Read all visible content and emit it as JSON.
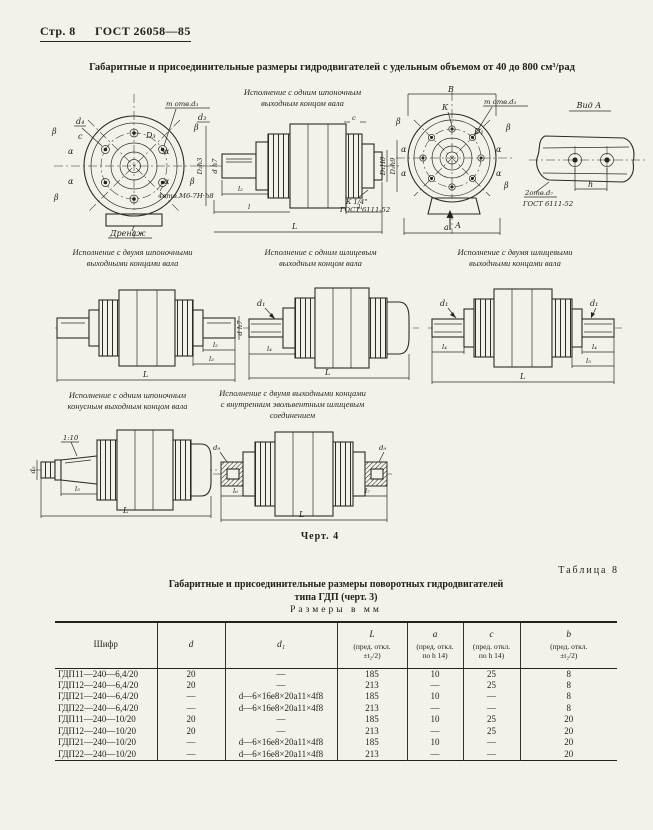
{
  "page": {
    "page_label": "Стр. 8",
    "doc_number": "ГОСТ 26058—85",
    "title": "Габаритные и присоединительные размеры гидродвигателей с удельным объемом от 40 до 800 см³/рад",
    "figure_caption": "Черт. 4"
  },
  "figure": {
    "flange_left": {
      "beta": "β",
      "alpha": "α",
      "d4": "d₄",
      "c": "c",
      "m_otv": "m отв.d₃",
      "D3": "D₃",
      "drain": "Дренаж",
      "holes": "4отв.М6-7Н·h8"
    },
    "side_one_key": {
      "caption": [
        "Исполнение с одним шпоночным",
        "выходным концом вала"
      ],
      "d3": "d₃",
      "D2h3": "D₂h3",
      "dh7": "d h7",
      "c": "c",
      "l2": "l₂",
      "l": "l",
      "l1": "l₁",
      "L": "L",
      "D1H8": "D₁H8",
      "D2h9": "D₂h9",
      "port": "К 1/4\"",
      "port_gost": "ГОСТ 6111-52"
    },
    "flange_right": {
      "B": "В",
      "K": "К",
      "m_otv": "m отв.d₃",
      "D1": "D₁",
      "beta": "β",
      "alpha": "α",
      "A": "А",
      "a": "a"
    },
    "vid_a": {
      "title": "Вид А",
      "h": "h",
      "holes": "2отв.d₇",
      "holes_gost": "ГОСТ 6111-52"
    },
    "two_keys": {
      "caption": [
        "Исполнение с двумя шпоночными",
        "выходными концами вала"
      ],
      "dh7": "d h7",
      "l2": "l₂",
      "l3": "l₃",
      "L": "L"
    },
    "one_spline": {
      "caption": [
        "Исполнение с одним шлицевым",
        "выходным концом вала"
      ],
      "d1": "d₁",
      "l4": "l₄",
      "L": "L"
    },
    "two_splines": {
      "caption": [
        "Исполнение с двумя шлицевыми",
        "выходными концами вала"
      ],
      "d1": "d₁",
      "l4": "l₄",
      "l5": "l₅",
      "L": "L"
    },
    "cone_key": {
      "caption": [
        "Исполнение с одним шпоночным",
        "конусным выходным концом вала"
      ],
      "taper": "1:10",
      "d5": "d₅",
      "l5": "l₅",
      "L": "L"
    },
    "internal_spline": {
      "caption": [
        "Исполнение с двумя выходными концами",
        "с внутренним эвольвентным шлицевым",
        "соединением"
      ],
      "d9": "d₉",
      "l6": "l₆",
      "l7": "l₇",
      "L": "L"
    }
  },
  "table": {
    "label": "Таблица 8",
    "title": [
      "Габаритные и присоединительные размеры поворотных гидродвигателей",
      "типа ГДП (черт. 3)"
    ],
    "units": "Размеры в мм",
    "headers": [
      {
        "main": "Шифр",
        "sub1": "",
        "sub2": ""
      },
      {
        "main": "d",
        "sub1": "",
        "sub2": ""
      },
      {
        "main": "d₁",
        "sub1": "",
        "sub2": ""
      },
      {
        "main": "L",
        "sub1": "(пред. откл.",
        "sub2": "±t₂/2)"
      },
      {
        "main": "a",
        "sub1": "(пред. откл.",
        "sub2": "по h 14)"
      },
      {
        "main": "c",
        "sub1": "(пред. откл.",
        "sub2": "по h 14)"
      },
      {
        "main": "b",
        "sub1": "(пред. откл.",
        "sub2": "±t₂/2)"
      }
    ],
    "rows": [
      [
        "ГДП11—240—6,4/20",
        "20",
        "—",
        "185",
        "10",
        "25",
        "8"
      ],
      [
        "ГДП12—240—6,4/20",
        "20",
        "—",
        "213",
        "—",
        "25",
        "8"
      ],
      [
        "ГДП21—240—6,4/20",
        "—",
        "d—6×16e8×20a11×4f8",
        "185",
        "10",
        "—",
        "8"
      ],
      [
        "ГДП22—240—6,4/20",
        "—",
        "d—6×16e8×20a11×4f8",
        "213",
        "—",
        "—",
        "8"
      ],
      [
        "ГДП11—240—10/20",
        "20",
        "—",
        "185",
        "10",
        "25",
        "20"
      ],
      [
        "ГДП12—240—10/20",
        "20",
        "—",
        "213",
        "—",
        "25",
        "20"
      ],
      [
        "ГДП21—240—10/20",
        "—",
        "d—6×16e8×20a11×4f8",
        "185",
        "10",
        "—",
        "20"
      ],
      [
        "ГДП22—240—10/20",
        "—",
        "d—6×16e8×20a11×4f8",
        "213",
        "—",
        "—",
        "20"
      ]
    ]
  }
}
